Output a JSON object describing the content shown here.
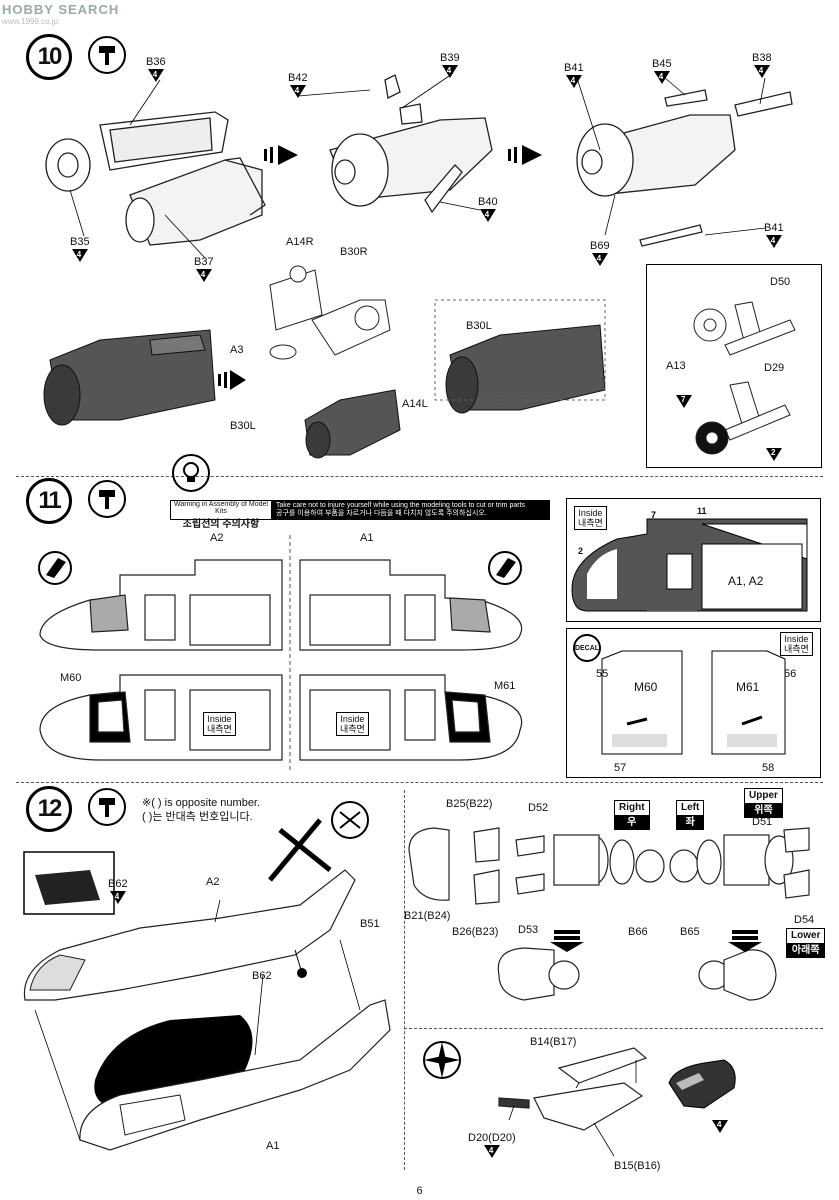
{
  "watermark": {
    "brand": "HOBBY SEARCH",
    "url": "www.1999.co.jp"
  },
  "steps": [
    {
      "number": "10"
    },
    {
      "number": "11"
    },
    {
      "number": "12"
    }
  ],
  "step10": {
    "labels": [
      {
        "id": "b36",
        "text": "B36",
        "qty": "4"
      },
      {
        "id": "b35",
        "text": "B35",
        "qty": "4"
      },
      {
        "id": "b37",
        "text": "B37",
        "qty": "4"
      },
      {
        "id": "b42",
        "text": "B42",
        "qty": "4"
      },
      {
        "id": "b39",
        "text": "B39",
        "qty": "4"
      },
      {
        "id": "b40",
        "text": "B40",
        "qty": "4"
      },
      {
        "id": "b41a",
        "text": "B41",
        "qty": "4"
      },
      {
        "id": "b45",
        "text": "B45",
        "qty": "4"
      },
      {
        "id": "b38",
        "text": "B38",
        "qty": "4"
      },
      {
        "id": "b69",
        "text": "B69",
        "qty": "4"
      },
      {
        "id": "b41b",
        "text": "B41",
        "qty": "4"
      }
    ],
    "plain_labels": {
      "a14r": "A14R",
      "b30r": "B30R",
      "a3": "A3",
      "b30l": "B30L",
      "a14l": "A14L",
      "b30l2": "B30L",
      "d50": "D50",
      "a13": "A13",
      "d29": "D29"
    },
    "gear_badges": [
      "7",
      "2"
    ]
  },
  "step11": {
    "warning": {
      "title_en": "Warning in Assembly of Model Kits",
      "title_ko": "조립전의 주의사항",
      "text_en": "Take care not to injure yourself while using the modeling tools to cut or trim parts",
      "text_ko": "공구를 이용하여 부품을 자르거나 다듬을 때 다치지 않도록 주의하십시오."
    },
    "labels": {
      "a2": "A2",
      "a1": "A1",
      "m60": "M60",
      "m61": "M61",
      "inside": "Inside",
      "inside_ko": "내측면",
      "a1a2": "A1, A2",
      "decal": "DECAL",
      "m60b": "M60",
      "m61b": "M61",
      "n55": "55",
      "n56": "56",
      "n57": "57",
      "n58": "58",
      "badge7": "7",
      "badge11": "11",
      "badge2": "2"
    }
  },
  "step12": {
    "note_line1": "※( ) is opposite number.",
    "note_line2": "( )는 반대측 번호입니다.",
    "labels": {
      "b62a": {
        "text": "B62",
        "qty": "4"
      },
      "a2": "A2",
      "b51": "B51",
      "b62b": "B62",
      "a1": "A1",
      "b25": "B25(B22)",
      "b21": "B21(B24)",
      "b26": "B26(B23)",
      "d52": "D52",
      "d53": "D53",
      "b66": "B66",
      "d51": "D51",
      "b65": "B65",
      "d54": "D54",
      "b14": "B14(B17)",
      "d20": {
        "text": "D20(D20)",
        "qty": "4"
      },
      "b15": "B15(B16)",
      "qty4": "4"
    },
    "right_tag": {
      "en": "Right",
      "ko": "우"
    },
    "left_tag": {
      "en": "Left",
      "ko": "좌"
    },
    "upper_tag": {
      "en": "Upper",
      "ko": "위쪽"
    },
    "lower_tag": {
      "en": "Lower",
      "ko": "아래쪽"
    }
  },
  "page_number": "6"
}
